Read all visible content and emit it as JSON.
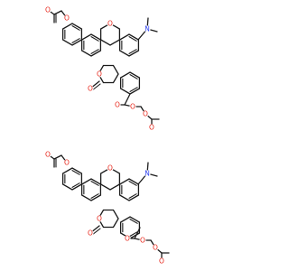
{
  "figure": {
    "description_kind": "two chemical structure drawings (regioisomers)",
    "background_color": "#ffffff",
    "bond_color": "#1a1a1a"
  },
  "atom_colors": {
    "O": "#e8271c",
    "N": "#2b3ff0"
  },
  "atom_labels": {
    "O": "O",
    "N": "N"
  }
}
